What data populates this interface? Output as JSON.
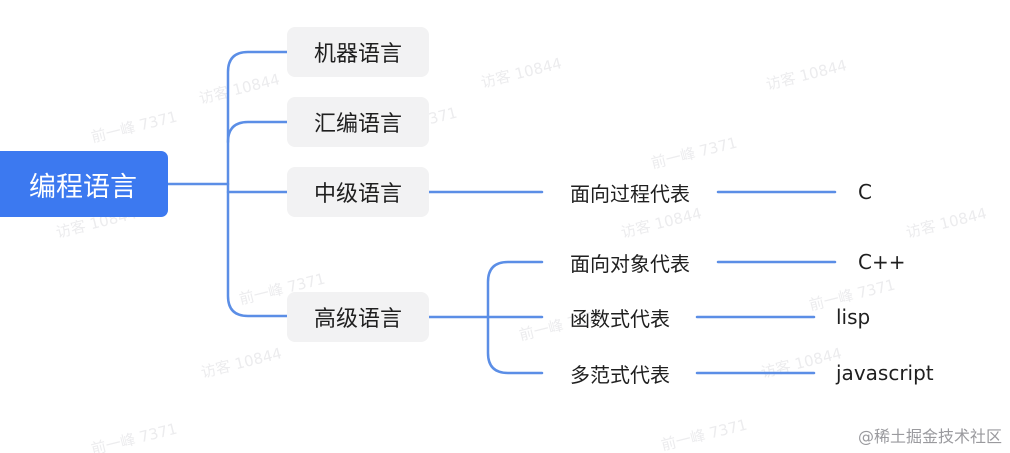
{
  "root": {
    "label": "编程语言"
  },
  "branches": [
    {
      "label": "机器语言"
    },
    {
      "label": "汇编语言"
    },
    {
      "label": "中级语言",
      "children": [
        {
          "label": "面向过程代表",
          "example": "C"
        }
      ]
    },
    {
      "label": "高级语言",
      "children": [
        {
          "label": "面向对象代表",
          "example": "C++"
        },
        {
          "label": "函数式代表",
          "example": "lisp"
        },
        {
          "label": "多范式代表",
          "example": "javascript"
        }
      ]
    }
  ],
  "watermark": {
    "text_a": "访客 10844",
    "text_b": "前一峰 7371"
  },
  "footer": {
    "credit": "@稀土掘金技术社区"
  },
  "colors": {
    "root_fill": "#3c79f0",
    "branch_fill": "#f2f2f3",
    "connector": "#5b8ee6",
    "text": "#1f1f1f"
  }
}
